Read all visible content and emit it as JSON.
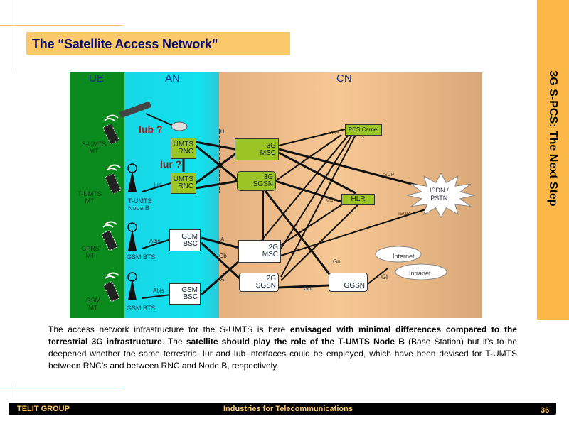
{
  "slide": {
    "title": "The “Satellite Access Network”",
    "side_title": "3G S-PCS: The Next Step",
    "page_number": "36"
  },
  "diagram": {
    "zones": {
      "ue": "UE",
      "an": "AN",
      "cn": "CN"
    },
    "ue": [
      "S-UMTS MT",
      "T-UMTS MT",
      "GPRS MT",
      "GSM MT"
    ],
    "an": {
      "node_b": "T-UMTS Node B",
      "bts1": "GSM BTS",
      "bts2": "GSM BTS",
      "rnc1": [
        "UMTS",
        "RNC"
      ],
      "rnc2": [
        "UMTS",
        "RNC"
      ],
      "bsc1": [
        "GSM",
        "BSC"
      ],
      "bsc2": [
        "GSM",
        "BSC"
      ]
    },
    "cn": {
      "msc3g": [
        "3G",
        "MSC"
      ],
      "sgsn3g": [
        "3G",
        "SGSN"
      ],
      "msc2g": [
        "2G",
        "MSC"
      ],
      "sgsn2g": [
        "2G",
        "SGSN"
      ],
      "ggsn": "GGSN",
      "pcs": [
        "PCS Carnel",
        "3"
      ],
      "hlr": "HLR",
      "pstn": [
        "ISDN /",
        "PSTN"
      ],
      "internet": "Internet",
      "intranet": "Intranet"
    },
    "interfaces": {
      "iub_q": "Iub ?",
      "iur_q": "Iur ?",
      "iu": "Iu",
      "iub": "Iub",
      "abis1": "Abis",
      "abis2": "Abis",
      "a1": "A",
      "gb": "Gb",
      "a2": "A",
      "cap": "CAP",
      "map": "MAP",
      "isup1": "ISUP",
      "isup2": "ISUP",
      "gn1": "Gn",
      "gn2": "Gn",
      "gi": "Gi"
    },
    "colors": {
      "ue": "#0b8a1e",
      "an": "#10d8e6",
      "cn": "#e8b585",
      "iub_q": "#b01c1c",
      "iur_q": "#7a2a1a"
    }
  },
  "paragraph": [
    {
      "text": "The access network infrastructure for the S-UMTS is here ",
      "bold": false
    },
    {
      "text": "envisaged with minimal differences compared to the terrestrial 3G infrastructure",
      "bold": true
    },
    {
      "text": ". The ",
      "bold": false
    },
    {
      "text": "satellite should play the role of the T-UMTS Node B",
      "bold": true
    },
    {
      "text": " (Base Station) but it’s to be deepened whether the same terrestrial Iur and Iub interfaces could be employed, which have been devised for T-UMTS between RNC’s and between RNC and Node B, respectively.",
      "bold": false
    }
  ],
  "footer": {
    "left": "TELIT GROUP",
    "center": "Industries for Telecommunications"
  }
}
